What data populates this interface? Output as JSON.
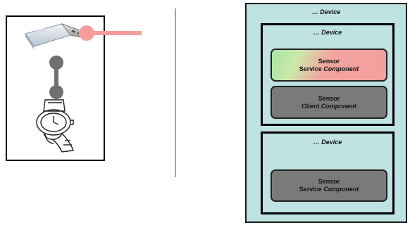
{
  "colors": {
    "device_fill": "#bfe2e2",
    "component_gray": "#7a7a7a",
    "connector_pink": "#f59d9d",
    "connector_gray": "#707070",
    "divider_green": "#9bbf3a"
  },
  "left_panel": {
    "items": [
      {
        "icon": "usb-stick-icon"
      },
      {
        "icon": "wristwatch-icon"
      }
    ]
  },
  "outer_device": {
    "title": "… Device"
  },
  "device_1": {
    "title": "… Device",
    "components": [
      {
        "line1": "Sensor",
        "line2_prefix": "Service ",
        "line2_em": "Component"
      },
      {
        "line1": "Sensor",
        "line2_prefix": "Client ",
        "line2_em": "Component"
      }
    ]
  },
  "device_2": {
    "title": "… Device",
    "components": [
      {
        "line1": "Sensor",
        "line2_prefix": "Service ",
        "line2_em": "Component"
      }
    ]
  }
}
